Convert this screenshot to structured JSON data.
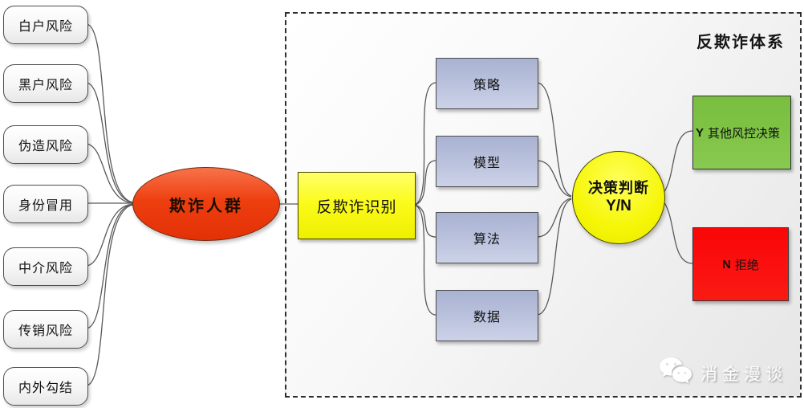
{
  "diagram": {
    "frame_title": "反欺诈体系",
    "risk_sources": [
      "白户风险",
      "黑户风险",
      "伪造风险",
      "身份冒用",
      "中介风险",
      "传销风险",
      "内外勾结"
    ],
    "fraud_group_label": "欺诈人群",
    "identify_label": "反欺诈识别",
    "methods": [
      "策略",
      "模型",
      "算法",
      "数据"
    ],
    "decision": {
      "line1": "决策判断",
      "line2": "Y/N"
    },
    "outcome_yes": {
      "tag": "Y",
      "label": "其他风控决策"
    },
    "outcome_no": {
      "tag": "N",
      "label": "拒绝"
    },
    "watermark": {
      "icon": "wechat-icon",
      "text": "消金漫谈"
    }
  },
  "colors": {
    "fraud_group_fill": "#ea3a0e",
    "identify_fill": "#f7f701",
    "method_fill": "#b7bfdc",
    "decision_fill": "#f2f201",
    "outcome_yes_fill": "#7dc144",
    "outcome_no_fill": "#fa0a07",
    "frame_border": "#2e2e2e",
    "connector": "#595959"
  }
}
